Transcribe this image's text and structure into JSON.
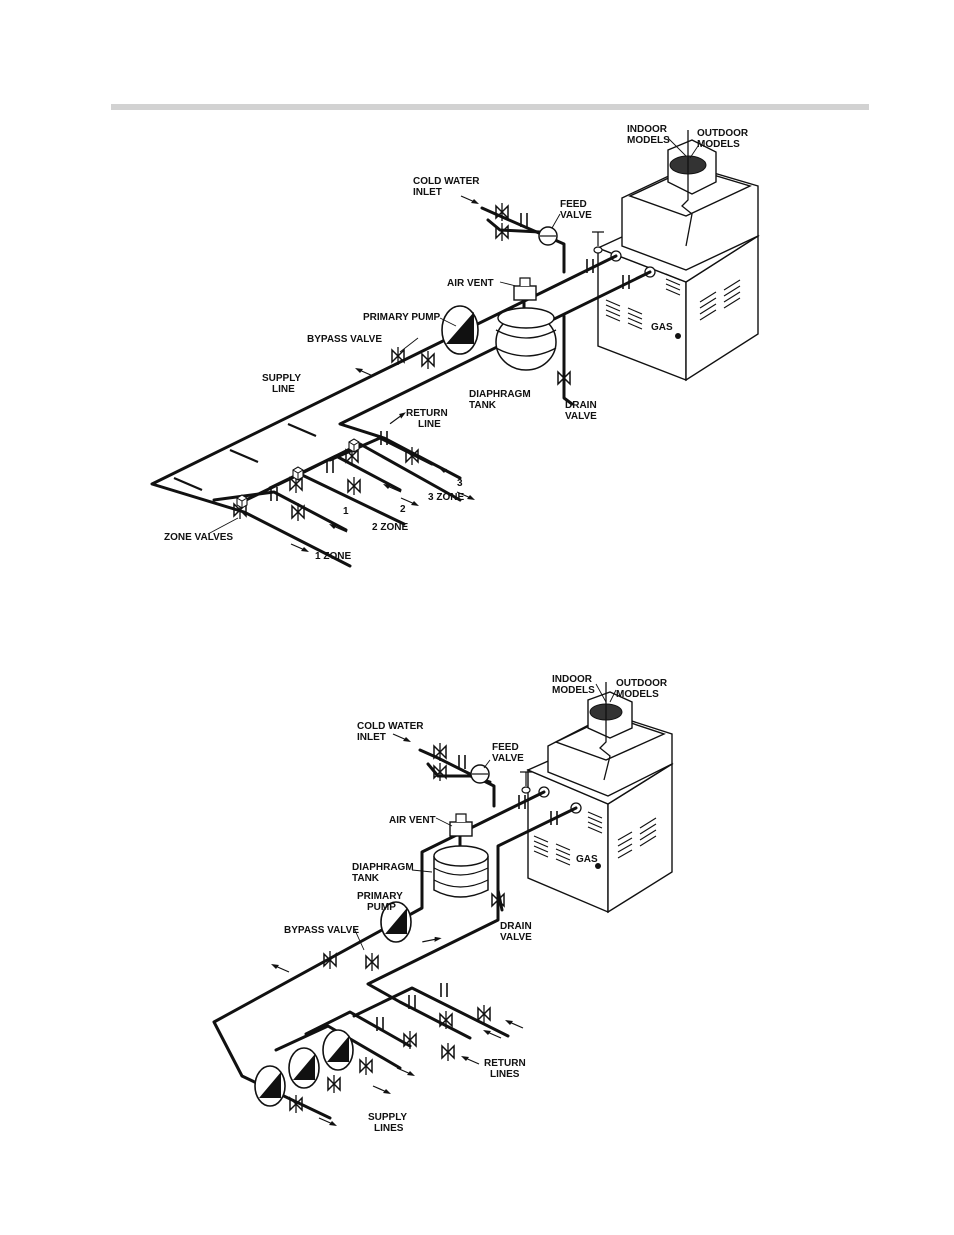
{
  "diagram1": {
    "indoor_models": [
      "INDOOR",
      "MODELS"
    ],
    "outdoor_models": [
      "OUTDOOR",
      "MODELS"
    ],
    "cold_water_inlet": [
      "COLD WATER",
      "INLET"
    ],
    "feed_valve": [
      "FEED",
      "VALVE"
    ],
    "air_vent": "AIR VENT",
    "primary_pump": "PRIMARY PUMP",
    "bypass_valve": "BYPASS VALVE",
    "supply_line": [
      "SUPPLY",
      "LINE"
    ],
    "diaphragm_tank": [
      "DIAPHRAGM",
      "TANK"
    ],
    "drain_valve": [
      "DRAIN",
      "VALVE"
    ],
    "return_line": [
      "RETURN",
      "LINE"
    ],
    "gas": "GAS",
    "zone_valves": "ZONE VALVES",
    "zone_numbers": [
      "1",
      "2",
      "3"
    ],
    "zone_1": "1  ZONE",
    "zone_2": "2  ZONE",
    "zone_3": "3  ZONE"
  },
  "diagram2": {
    "indoor_models": [
      "INDOOR",
      "MODELS"
    ],
    "outdoor_models": [
      "OUTDOOR",
      "MODELS"
    ],
    "cold_water_inlet": [
      "COLD WATER",
      "INLET"
    ],
    "feed_valve": [
      "FEED",
      "VALVE"
    ],
    "air_vent": "AIR VENT",
    "diaphragm_tank": [
      "DIAPHRAGM",
      "TANK"
    ],
    "primary_pump": [
      "PRIMARY",
      "PUMP"
    ],
    "bypass_valve": "BYPASS VALVE",
    "drain_valve": [
      "DRAIN",
      "VALVE"
    ],
    "gas": "GAS",
    "return_lines": [
      "RETURN",
      "LINES"
    ],
    "supply_lines": [
      "SUPPLY",
      "LINES"
    ]
  }
}
